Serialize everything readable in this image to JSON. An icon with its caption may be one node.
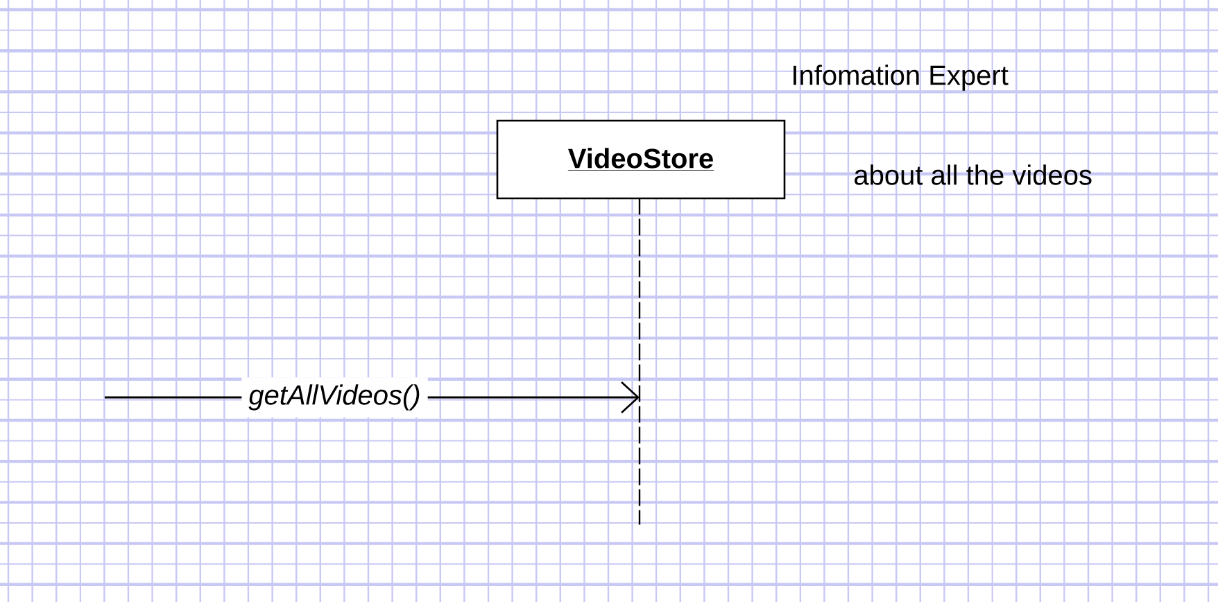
{
  "diagram": {
    "nodes": [
      {
        "text": [
          "VideoStore"
        ]
      },
      {
        "text": [],
        "shape": "line"
      }
    ],
    "edges": [
      {
        "from": null,
        "to": 1,
        "arrow": "to",
        "label": "getAllVideos()"
      }
    ],
    "labels": [
      "Infomation Expert",
      "about all the videos"
    ]
  }
}
